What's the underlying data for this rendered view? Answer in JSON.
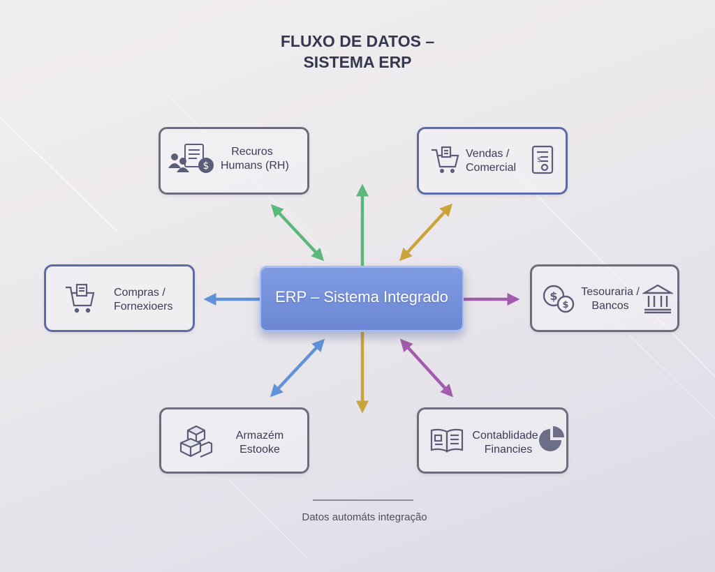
{
  "title": {
    "line1": "FLUXO DE DATOS –",
    "line2": "SISTEMA ERP"
  },
  "hub": {
    "label": "ERP – Sistema Integrado"
  },
  "nodes": {
    "rh": {
      "line1": "Recuros",
      "line2": "Humans (RH)",
      "icons": [
        "people-icon",
        "document-icon",
        "dollar-coin-icon"
      ]
    },
    "vendas": {
      "line1": "Vendas /",
      "line2": "Comercial",
      "icons": [
        "shopping-cart-icon",
        "certificate-icon"
      ]
    },
    "compras": {
      "line1": "Compras /",
      "line2": "Fornexioers",
      "icons": [
        "shopping-cart-icon"
      ]
    },
    "tesouraria": {
      "line1": "Tesouraria /",
      "line2": "Bancos",
      "icons": [
        "coins-icon",
        "bank-icon"
      ]
    },
    "armazem": {
      "line1": "Armazém",
      "line2": "Estooke",
      "icons": [
        "boxes-icon"
      ]
    },
    "contabilidade": {
      "line1": "Contablidade /",
      "line2": "Financies",
      "icons": [
        "ledger-book-icon",
        "pie-chart-icon"
      ]
    }
  },
  "arrow_colors": {
    "green": "#5cb87a",
    "gold": "#c9a43a",
    "purple": "#a25cab",
    "blue": "#5f92d6"
  },
  "footer": {
    "caption": "Datos automáts integração"
  }
}
